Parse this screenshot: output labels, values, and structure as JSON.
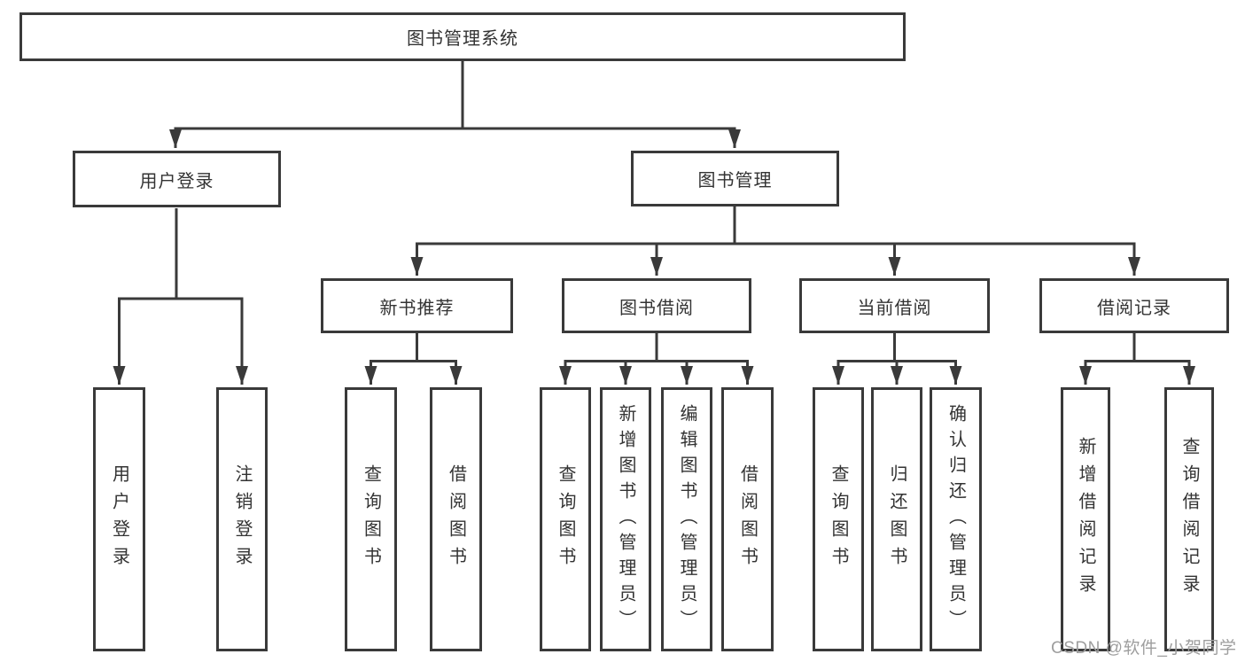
{
  "diagram": {
    "root": {
      "label": "图书管理系统"
    },
    "level2": {
      "user_login": {
        "label": "用户登录"
      },
      "book_management": {
        "label": "图书管理"
      }
    },
    "level3": {
      "new_book_recommend": {
        "label": "新书推荐"
      },
      "book_borrowing": {
        "label": "图书借阅"
      },
      "current_borrowing": {
        "label": "当前借阅"
      },
      "borrowing_records": {
        "label": "借阅记录"
      }
    },
    "leaves": {
      "user_login": {
        "label": "用户登录"
      },
      "logout": {
        "label": "注销登录"
      },
      "rec_query_book": {
        "label": "查询图书"
      },
      "rec_borrow_book": {
        "label": "借阅图书"
      },
      "bb_query_book": {
        "label": "查询图书"
      },
      "bb_add_book": {
        "label": "新增图书（管理员）"
      },
      "bb_edit_book": {
        "label": "编辑图书（管理员）"
      },
      "bb_borrow_book": {
        "label": "借阅图书"
      },
      "cb_query_book": {
        "label": "查询图书"
      },
      "cb_return_book": {
        "label": "归还图书"
      },
      "cb_confirm_return": {
        "label": "确认归还（管理员）"
      },
      "br_add_record": {
        "label": "新增借阅记录"
      },
      "br_query_record": {
        "label": "查询借阅记录"
      }
    },
    "watermark": "CSDN @软件_小贺同学"
  },
  "colors": {
    "line": "#3a3a3a",
    "text": "#333333",
    "box_background": "#ffffff",
    "watermark": "#9e9e9e"
  }
}
